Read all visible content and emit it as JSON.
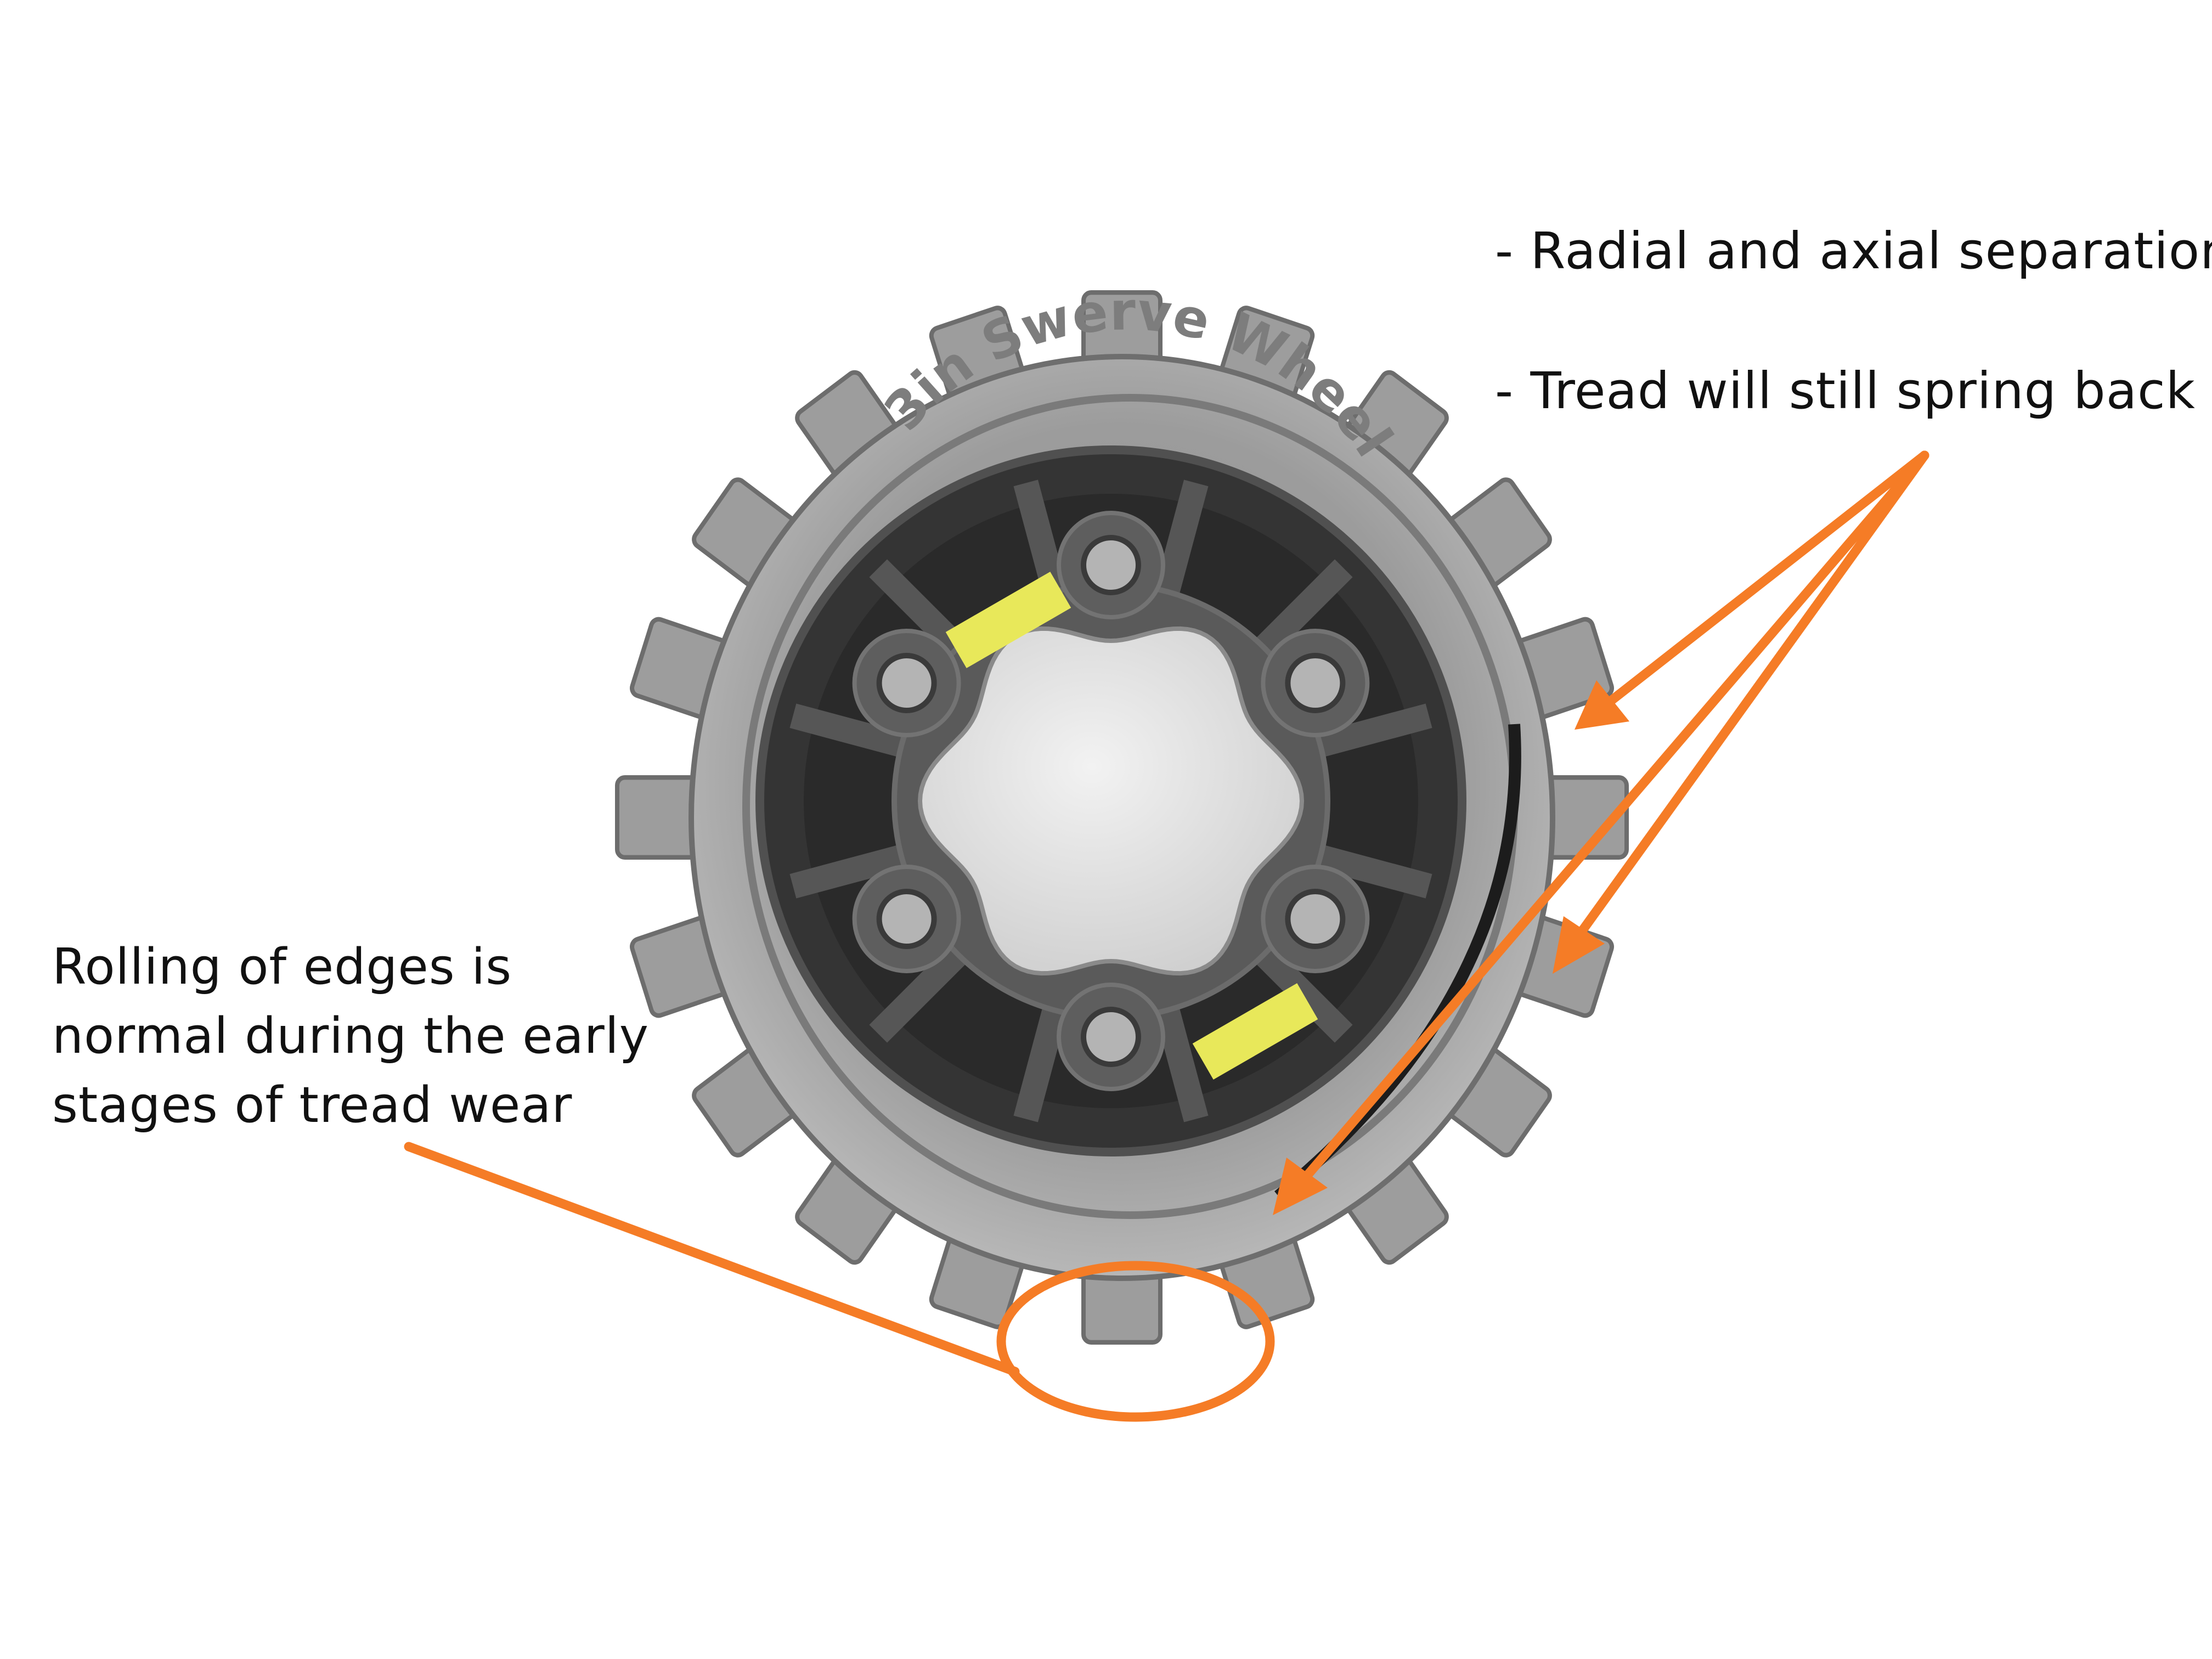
{
  "annotations": {
    "radial_separation": "- Radial and axial separation",
    "spring_back": "- Tread will still spring back",
    "rolling_edges": [
      "Rolling of edges is",
      "normal during the early",
      "stages of tread wear"
    ]
  },
  "wheel": {
    "embossed_text": "3in Swerve Wheel",
    "icon": "tread-wheel-photo"
  },
  "colors": {
    "callout": "#f57c26",
    "tread": "#9a9a9a",
    "hub": "#3a3a3a",
    "tape": "#e8e85a",
    "bore": "#e2e2e2",
    "text": "#111111"
  }
}
